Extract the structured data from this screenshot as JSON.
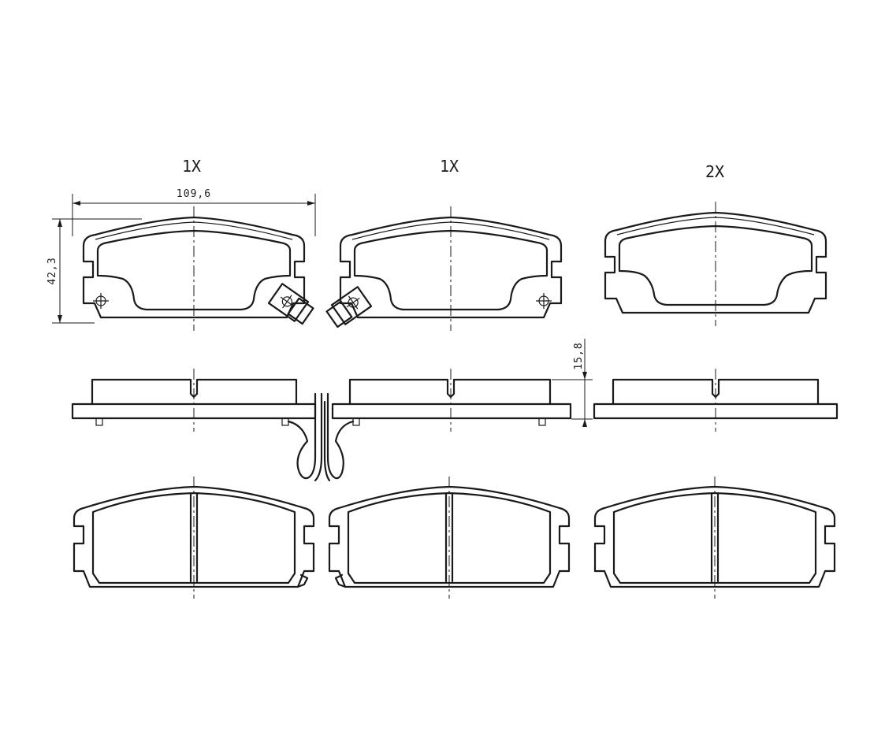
{
  "diagram": {
    "quantities": {
      "pad_left": "1X",
      "pad_middle": "1X",
      "pad_right": "2X"
    },
    "dimensions": {
      "width": "109,6",
      "height": "42,3",
      "thickness": "15,8"
    },
    "colors": {
      "line": "#1a1a1a",
      "background": "#ffffff"
    }
  }
}
